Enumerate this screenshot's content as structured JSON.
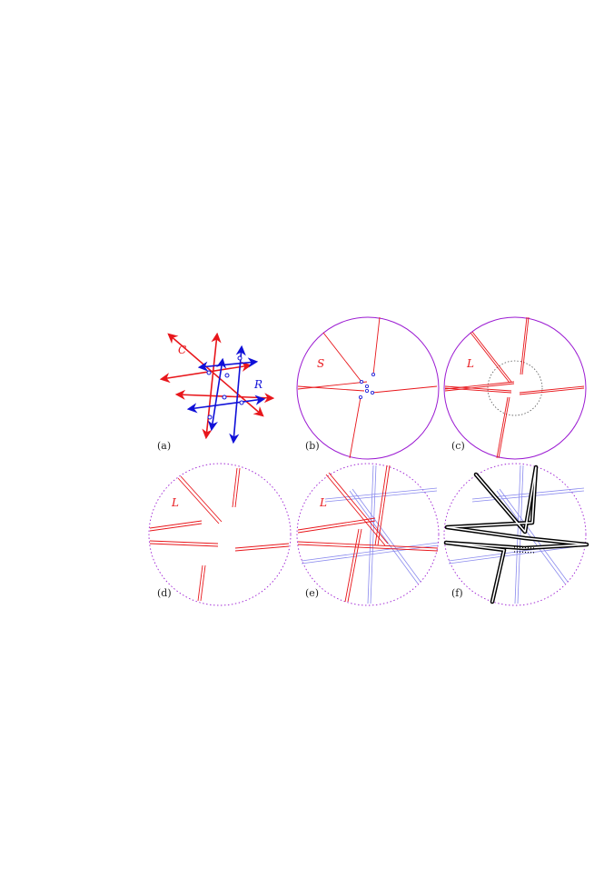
{
  "colors": {
    "red": "#e8161b",
    "blue": "#1010d8",
    "lightBlue": "#8a8aee",
    "purple": "#9b1ad2",
    "black": "#000000"
  },
  "panels": [
    {
      "id": "a",
      "label": "(a)",
      "symbols": [
        {
          "text": "C",
          "color": "red"
        },
        {
          "text": "R",
          "color": "blue"
        }
      ]
    },
    {
      "id": "b",
      "label": "(b)",
      "symbols": [
        {
          "text": "S",
          "color": "red"
        }
      ]
    },
    {
      "id": "c",
      "label": "(c)",
      "symbols": [
        {
          "text": "L",
          "color": "red"
        }
      ]
    },
    {
      "id": "d",
      "label": "(d)",
      "symbols": [
        {
          "text": "L",
          "color": "red"
        }
      ]
    },
    {
      "id": "e",
      "label": "(e)",
      "symbols": [
        {
          "text": "L",
          "color": "red"
        }
      ]
    },
    {
      "id": "f",
      "label": "(f)",
      "symbols": []
    }
  ]
}
